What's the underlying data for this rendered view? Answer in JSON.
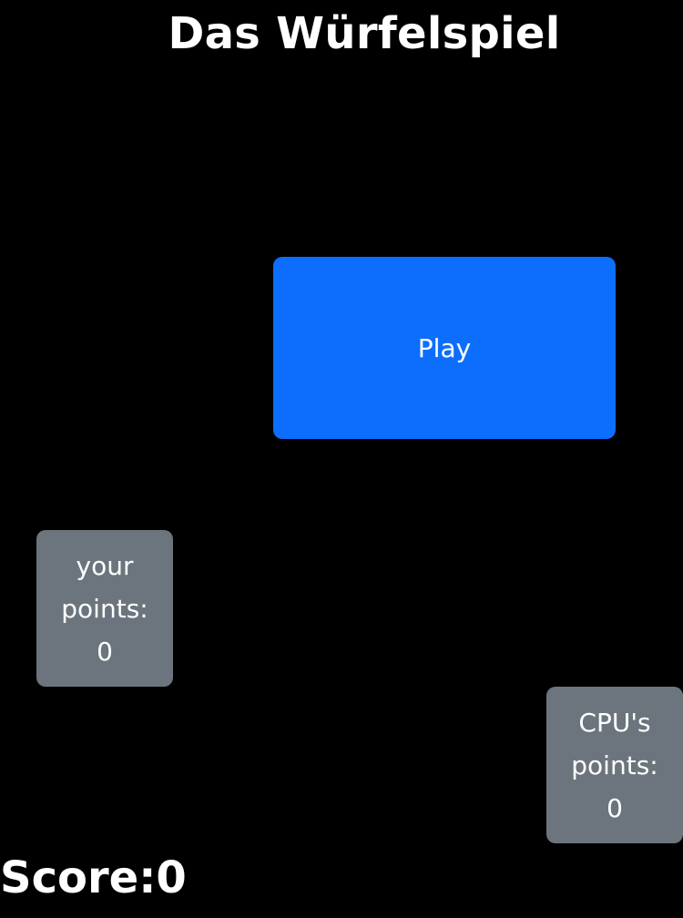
{
  "title": "Das Würfelspiel",
  "play_button": {
    "label": "Play"
  },
  "player_points": {
    "line1": "your",
    "line2": "points:",
    "value": "0"
  },
  "cpu_points": {
    "line1": "CPU's",
    "line2": "points:",
    "value": "0"
  },
  "score": {
    "text": "Score:0"
  },
  "colors": {
    "background": "#000000",
    "play_button": "#0d6efd",
    "points_box": "#6c757d",
    "text": "#ffffff"
  }
}
